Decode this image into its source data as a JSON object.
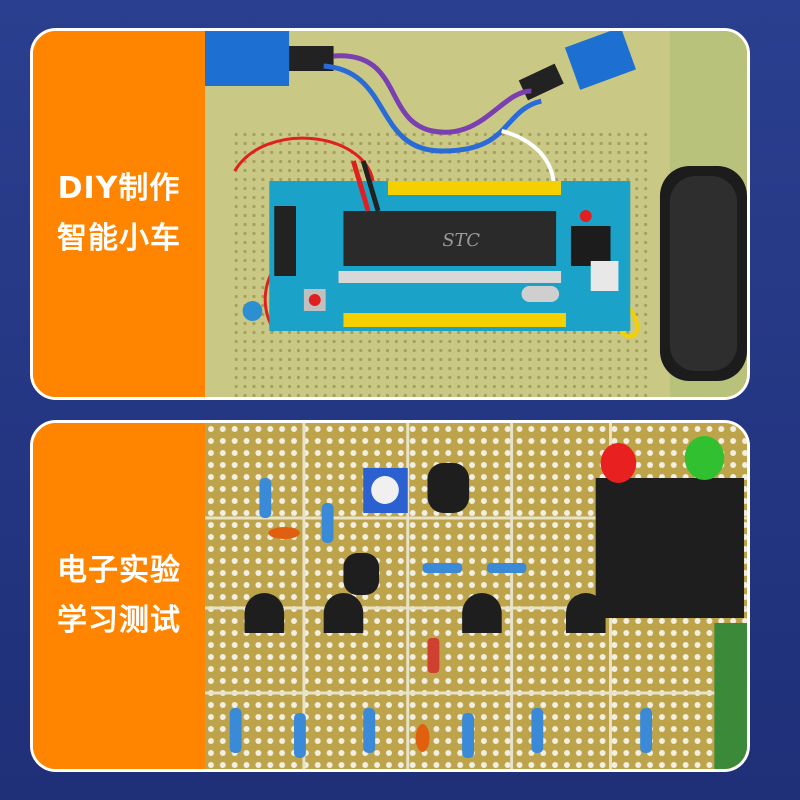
{
  "cards": [
    {
      "lines": [
        "DIY制作",
        "智能小车"
      ],
      "photo_icon": "pcb-smart-car-photo",
      "chip_marking": "STC"
    },
    {
      "lines": [
        "电子实验",
        "学习测试"
      ],
      "photo_icon": "perfboard-circuit-photo"
    }
  ],
  "colors": {
    "background": "#24368a",
    "label_panel": "#ff8500",
    "label_text": "#ffffff",
    "pcb_green": "#c8c880",
    "chip_body": "#2a2a2a",
    "header_yellow": "#f5d000"
  }
}
